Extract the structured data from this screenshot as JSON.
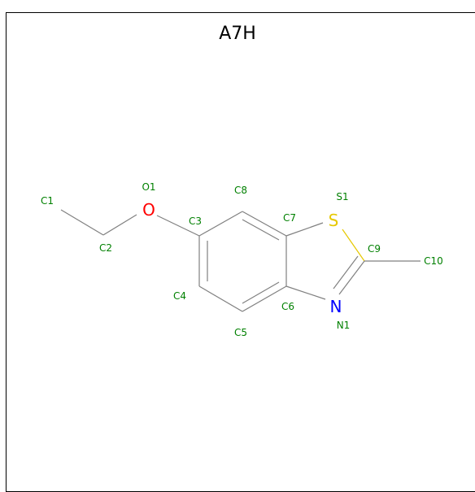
{
  "title": "A7H",
  "colors": {
    "bond": "#808080",
    "oxygen": "#ff0000",
    "sulfur": "#e6c800",
    "nitrogen": "#0000ff",
    "label": "#008000"
  },
  "atoms": {
    "O1": {
      "symbol": "O",
      "label": "O1"
    },
    "S1": {
      "symbol": "S",
      "label": "S1"
    },
    "N1": {
      "symbol": "N",
      "label": "N1"
    },
    "C1": {
      "label": "C1"
    },
    "C2": {
      "label": "C2"
    },
    "C3": {
      "label": "C3"
    },
    "C4": {
      "label": "C4"
    },
    "C5": {
      "label": "C5"
    },
    "C6": {
      "label": "C6"
    },
    "C7": {
      "label": "C7"
    },
    "C8": {
      "label": "C8"
    },
    "C9": {
      "label": "C9"
    },
    "C10": {
      "label": "C10"
    }
  }
}
